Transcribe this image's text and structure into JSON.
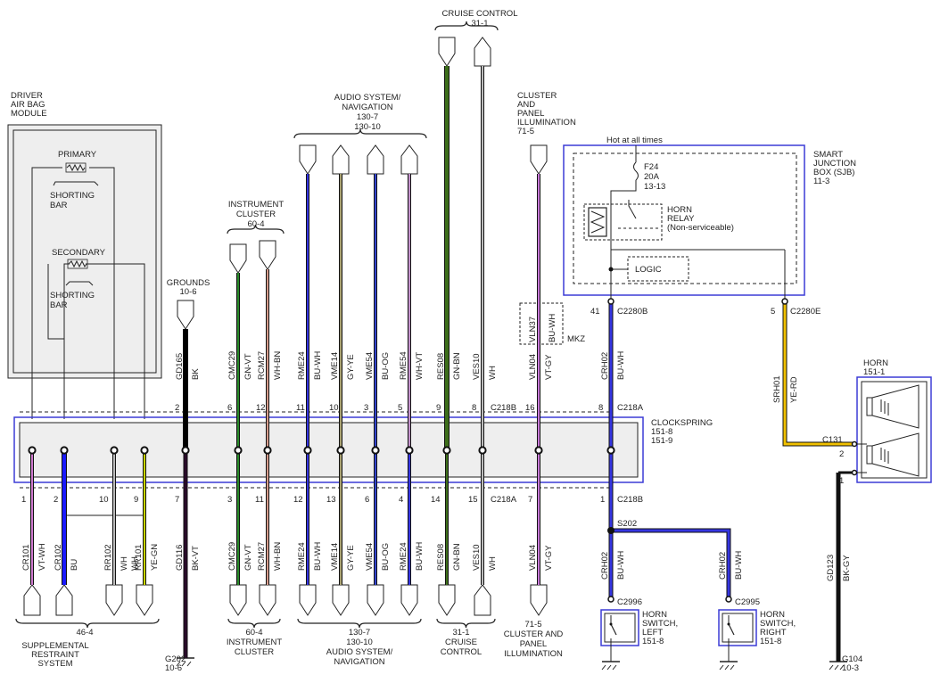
{
  "colors": {
    "frame": "#222222",
    "clockspring_border": "#3b3bd6",
    "clockspring_fill": "#eeeeee",
    "module_fill": "#eeeeee",
    "sjb_border": "#3b3bd6",
    "wire_vt_wh": "#d07ad0",
    "wire_bu": "#1a1aff",
    "wire_wh": "#bbbbbb",
    "wire_ye_gn": "#c8d400",
    "wire_bk_vt": "#2a0a2a",
    "wire_gn_vt": "#2a8a2a",
    "wire_wh_bn": "#d49a8a",
    "wire_bu_wh": "#3535e0",
    "wire_gy_ye": "#a8a070",
    "wire_bu_og": "#3344cc",
    "wire_wh_vt": "#c090c8",
    "wire_gn_bn": "#3d6e1a",
    "wire_vt_gy": "#c87ad8",
    "wire_ye_rd": "#f0c000",
    "wire_bk": "#000000",
    "wire_bk_gy": "#111111"
  },
  "titles": {
    "cruise_top": [
      "CRUISE CONTROL",
      "31-1"
    ],
    "audio_top": [
      "AUDIO SYSTEM/",
      "NAVIGATION",
      "130-7",
      "130-10"
    ],
    "cluster_illum_top": [
      "CLUSTER",
      "AND",
      "PANEL",
      "ILLUMINATION",
      "71-5"
    ],
    "driver_airbag": [
      "DRIVER",
      "AIR BAG",
      "MODULE"
    ],
    "instrument_top": [
      "INSTRUMENT",
      "CLUSTER",
      "60-4"
    ],
    "grounds_top": [
      "GROUNDS",
      "10-6"
    ],
    "sjb": [
      "SMART",
      "JUNCTION",
      "BOX (SJB)",
      "11-3"
    ],
    "horn": [
      "HORN",
      "151-1"
    ],
    "clockspring": [
      "CLOCKSPRING",
      "151-8",
      "151-9"
    ],
    "srs_bottom": [
      "46-4",
      "SUPPLEMENTAL",
      "RESTRAINT",
      "SYSTEM"
    ],
    "g202": [
      "G202",
      "10-6"
    ],
    "instrument_bottom": [
      "60-4",
      "INSTRUMENT",
      "CLUSTER"
    ],
    "audio_bottom": [
      "130-7",
      "130-10",
      "AUDIO SYSTEM/",
      "NAVIGATION"
    ],
    "cruise_bottom": [
      "31-1",
      "CRUISE",
      "CONTROL"
    ],
    "cluster_illum_bottom": [
      "71-5",
      "CLUSTER AND",
      "PANEL",
      "ILLUMINATION"
    ],
    "horn_switch_left": [
      "HORN",
      "SWITCH,",
      "LEFT",
      "151-8"
    ],
    "horn_switch_right": [
      "HORN",
      "SWITCH,",
      "RIGHT",
      "151-8"
    ],
    "g104": [
      "G104",
      "10-3"
    ]
  },
  "airbag": {
    "primary": "PRIMARY",
    "secondary": "SECONDARY",
    "shorting_bar": [
      "SHORTING",
      "BAR"
    ]
  },
  "sjb_internal": {
    "hot_at_all_times": "Hot at all times",
    "fuse": [
      "F24",
      "20A",
      "13-13"
    ],
    "relay": [
      "HORN",
      "RELAY",
      "(Non-serviceable)"
    ],
    "logic": "LOGIC"
  },
  "connectors": {
    "c218b_top": "C218B",
    "c218a_top": "C218A",
    "c218a_bottom": "C218A",
    "c218b_bottom": "C218B",
    "c2280b": "C2280B",
    "c2280e": "C2280E",
    "c131": "C131",
    "c2996": "C2996",
    "c2995": "C2995",
    "s202": "S202",
    "mkz": "MKZ"
  },
  "top_wires": [
    {
      "circuit": "GD165",
      "color": "BK",
      "pin": "2"
    },
    {
      "circuit": "CMC29",
      "color": "GN-VT",
      "pin": "6"
    },
    {
      "circuit": "RCM27",
      "color": "WH-BN",
      "pin": "12"
    },
    {
      "circuit": "RME24",
      "color": "BU-WH",
      "pin": "11"
    },
    {
      "circuit": "VME14",
      "color": "GY-YE",
      "pin": "10"
    },
    {
      "circuit": "VME54",
      "color": "BU-OG",
      "pin": "3"
    },
    {
      "circuit": "RME54",
      "color": "WH-VT",
      "pin": "5"
    },
    {
      "circuit": "RES08",
      "color": "GN-BN",
      "pin": "9"
    },
    {
      "circuit": "VES10",
      "color": "WH",
      "pin": "8"
    },
    {
      "circuit": "VLN04",
      "color": "VT-GY",
      "pin": "16"
    },
    {
      "circuit": "CRH02",
      "color": "BU-WH",
      "pin": "8"
    }
  ],
  "mkz_wire": {
    "circuit": "VLN37",
    "color": "BU-WH"
  },
  "c2280b_pin": "41",
  "c2280e_pin": "5",
  "srh01": {
    "circuit": "SRH01",
    "color": "YE-RD"
  },
  "horn_pins": [
    "2",
    "1"
  ],
  "gd123": {
    "circuit": "GD123",
    "color": "BK-GY"
  },
  "bottom_wires": [
    {
      "circuit": "CR101",
      "color": "VT-WH",
      "pin": "1"
    },
    {
      "circuit": "CR102",
      "color": "BU",
      "pin": "2"
    },
    {
      "circuit": "RR102",
      "color": "WH",
      "pin": "10"
    },
    {
      "circuit": "RR101",
      "color": "YE-GN",
      "pin": "9",
      "circuit_extra": "WH"
    },
    {
      "circuit": "GD116",
      "color": "BK-VT",
      "pin": "7"
    },
    {
      "circuit": "CMC29",
      "color": "GN-VT",
      "pin": "3"
    },
    {
      "circuit": "RCM27",
      "color": "WH-BN",
      "pin": "11"
    },
    {
      "circuit": "RME24",
      "color": "BU-WH",
      "pin": "12"
    },
    {
      "circuit": "VME14",
      "color": "GY-YE",
      "pin": "13"
    },
    {
      "circuit": "VME54",
      "color": "BU-OG",
      "pin": "6"
    },
    {
      "circuit": "RME24",
      "color": "BU-WH",
      "pin": "4"
    },
    {
      "circuit": "RES08",
      "color": "GN-BN",
      "pin": "14"
    },
    {
      "circuit": "VES10",
      "color": "WH",
      "pin": "15"
    },
    {
      "circuit": "VLN04",
      "color": "VT-GY",
      "pin": "7"
    },
    {
      "circuit": "",
      "color": "",
      "pin": "1"
    }
  ],
  "horn_switch_wires": [
    {
      "circuit": "CRH02",
      "color": "BU-WH"
    },
    {
      "circuit": "CRH02",
      "color": "BU-WH"
    }
  ]
}
